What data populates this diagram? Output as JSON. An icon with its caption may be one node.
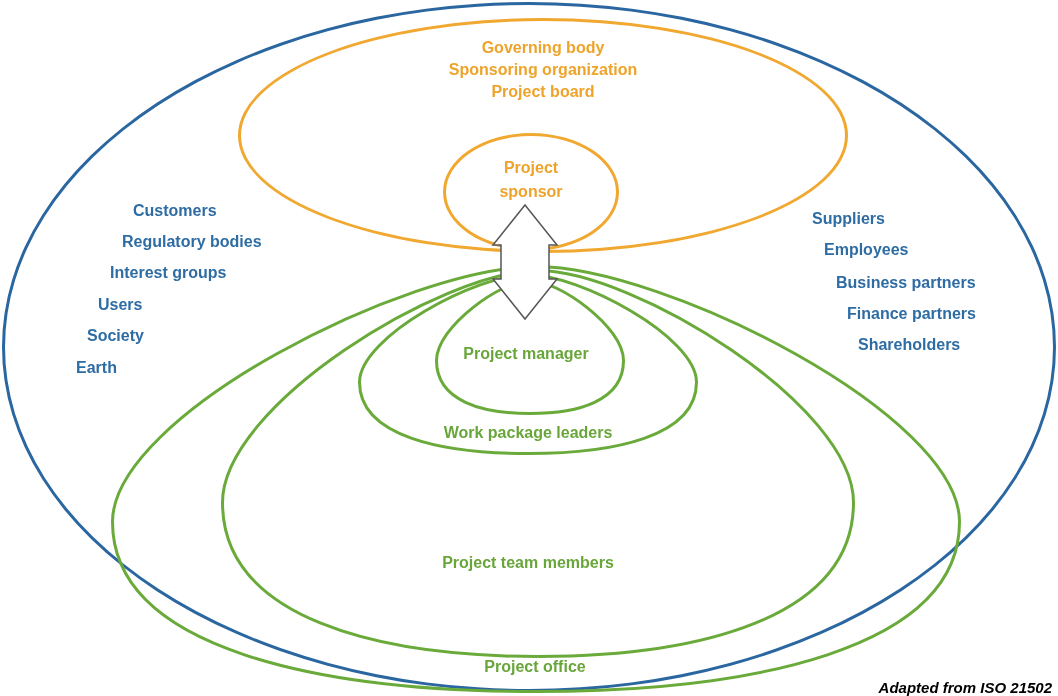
{
  "diagram": {
    "caption": "Adapted from ISO 21502",
    "nodes": [
      {
        "text": [
          "Customers",
          "Regulatory bodies",
          "Interest groups",
          "Users",
          "Society",
          "Earth",
          "Suppliers",
          "Employees",
          "Business partners",
          "Finance partners",
          "Shareholders"
        ]
      },
      {
        "text": [
          "Governing body",
          "Sponsoring organization",
          "Project board"
        ],
        "in": 0
      },
      {
        "text": [
          "Project sponsor"
        ],
        "in": 1
      },
      {
        "text": [
          "Project office"
        ],
        "in": 0
      },
      {
        "text": [
          "Project team members"
        ],
        "in": 3
      },
      {
        "text": [
          "Work package leaders"
        ],
        "in": 4
      },
      {
        "text": [
          "Project manager"
        ],
        "in": 5
      }
    ],
    "edges": [
      {
        "from": 2,
        "to": 6,
        "arrow": "both",
        "style": "thick"
      }
    ]
  }
}
